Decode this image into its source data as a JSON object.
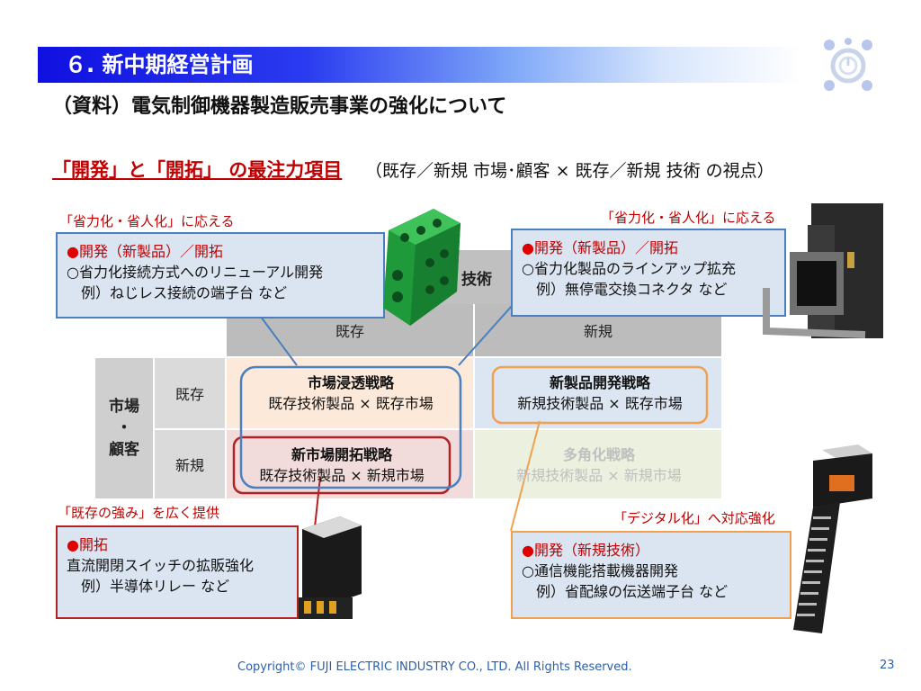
{
  "header": {
    "section_title": "６. 新中期経営計画"
  },
  "subtitle": "（資料）電気制御機器製造販売事業の強化について",
  "focus": {
    "title": "「開発」と「開拓」 の最注力項目",
    "note": "（既存／新規 市場･顧客 × 既存／新規 技術 の視点）"
  },
  "matrix": {
    "tech_label": "技術",
    "col_existing": "既存",
    "col_new": "新規",
    "row_head_line1": "市場",
    "row_head_line2": "・",
    "row_head_line3": "顧客",
    "row_existing": "既存",
    "row_new": "新規",
    "q1_title": "市場浸透戦略",
    "q1_desc": "既存技術製品 × 既存市場",
    "q2_title": "新製品開発戦略",
    "q2_desc": "新規技術製品 × 既存市場",
    "q3_title": "新市場開拓戦略",
    "q3_desc": "既存技術製品 × 新規市場",
    "q4_title": "多角化戦略",
    "q4_desc": "新規技術製品 × 新規市場"
  },
  "callouts": {
    "top_left": {
      "tag": "「省力化・省人化」に応える",
      "head": "開発（新製品）／開拓",
      "line1": "○省力化接続方式へのリニューアル開発",
      "line2": "　例）ねじレス接続の端子台 など"
    },
    "top_right": {
      "tag": "「省力化・省人化」に応える",
      "head": "開発（新製品）／開拓",
      "line1": "○省力化製品のラインアップ拡充",
      "line2": "　例）無停電交換コネクタ など"
    },
    "bottom_left": {
      "tag": "「既存の強み」を広く提供",
      "head": "開拓",
      "line1": "直流開閉スイッチの拡販強化",
      "line2": "　例）半導体リレー など"
    },
    "bottom_right": {
      "tag": "「デジタル化」へ対応強化",
      "head": "開発（新規技術）",
      "line1": "○通信機能搭載機器開発",
      "line2": "　例）省配線の伝送端子台 など"
    }
  },
  "footer": {
    "copyright": "Copyright© FUJI ELECTRIC INDUSTRY CO., LTD. All Rights Reserved.",
    "page": "23"
  },
  "colors": {
    "accent_blue": "#1010e0",
    "accent_red": "#c00000",
    "callout_bg": "#dbe5f1",
    "outline_blue": "#4a7fc0",
    "outline_red": "#b22222",
    "outline_orange": "#f0a050"
  },
  "icons": {
    "logo": "company-logo-icon",
    "dot": "red-bullet-icon"
  }
}
